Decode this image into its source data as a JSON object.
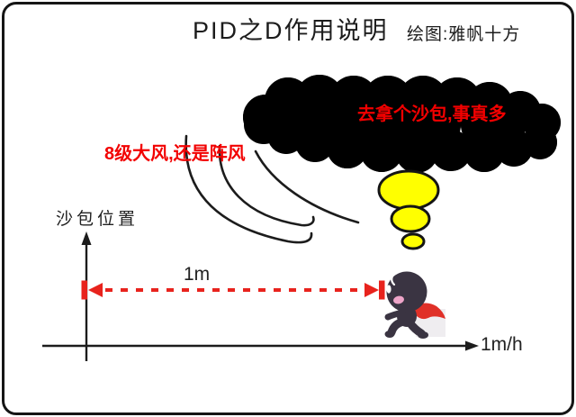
{
  "title": {
    "text": "PID之D作用说明",
    "credit": "绘图:雅帆十方"
  },
  "annotations": {
    "thought_bubble_text": "去拿个沙包,事真多",
    "wind_text": "8级大风,还是阵风"
  },
  "axes": {
    "y_axis_label": "沙包位置",
    "x_axis_label": "1m/h"
  },
  "measurement": {
    "distance_label": "1m"
  },
  "icons": {
    "thought_cloud": "thought-cloud",
    "wind_gusts": "wind-gust-curves",
    "running_figure": "running-figure-icon"
  },
  "colors": {
    "highlight_yellow": "#ffff00",
    "accent_red": "#f20000",
    "arrow_red": "#e8231d",
    "ink": "#1a1a1a",
    "figure_body": "#3a3442",
    "scarf_red": "#e03028",
    "mouth_pink": "#eda4c8"
  }
}
